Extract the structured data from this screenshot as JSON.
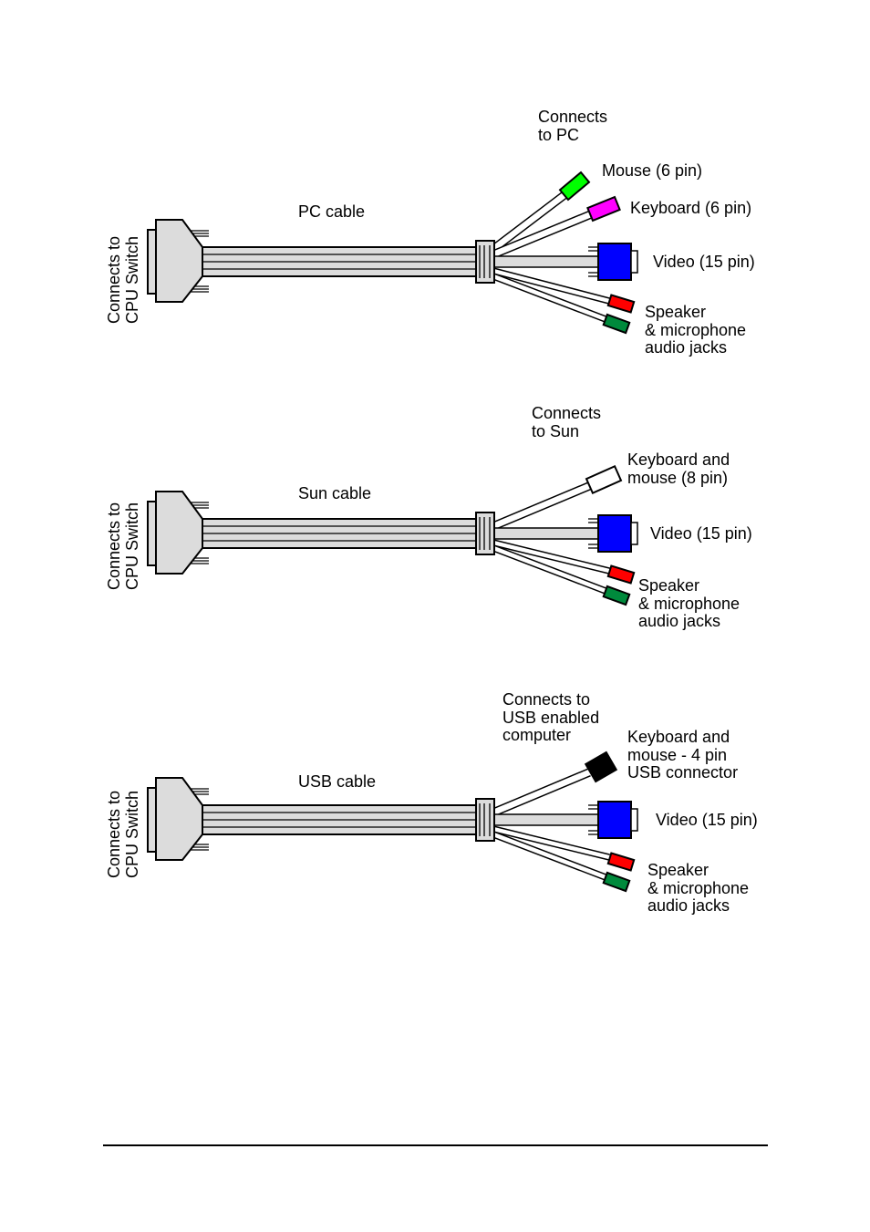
{
  "colors": {
    "mouse_ps2": "#00ff00",
    "keyboard_ps2": "#ff00ff",
    "video": "#0000ff",
    "speaker_jack": "#ff0000",
    "microphone_jack": "#008a3c",
    "sun_connector": "#ffffff",
    "usb_connector": "#000000",
    "cable_fill": "#dcdcdc"
  },
  "pc": {
    "switch_label": [
      "Connects to",
      "CPU Switch"
    ],
    "cable_label": "PC cable",
    "computer_label": [
      "Connects",
      "to PC"
    ],
    "mouse_label": "Mouse (6 pin)",
    "keyboard_label": "Keyboard (6 pin)",
    "video_label": "Video (15 pin)",
    "audio_label": [
      "Speaker",
      "& microphone",
      "audio jacks"
    ]
  },
  "sun": {
    "switch_label": [
      "Connects to",
      "CPU Switch"
    ],
    "cable_label": "Sun cable",
    "computer_label": [
      "Connects",
      "to Sun"
    ],
    "keyboard_mouse_label": [
      "Keyboard and",
      "mouse (8 pin)"
    ],
    "video_label": "Video (15 pin)",
    "audio_label": [
      "Speaker",
      "& microphone",
      "audio jacks"
    ]
  },
  "usb": {
    "switch_label": [
      "Connects to",
      "CPU Switch"
    ],
    "cable_label": "USB cable",
    "computer_label": [
      "Connects to",
      "USB enabled",
      "computer"
    ],
    "keyboard_mouse_label": [
      "Keyboard and",
      "mouse - 4 pin",
      "USB connector"
    ],
    "video_label": "Video (15 pin)",
    "audio_label": [
      "Speaker",
      "& microphone",
      "audio jacks"
    ]
  }
}
